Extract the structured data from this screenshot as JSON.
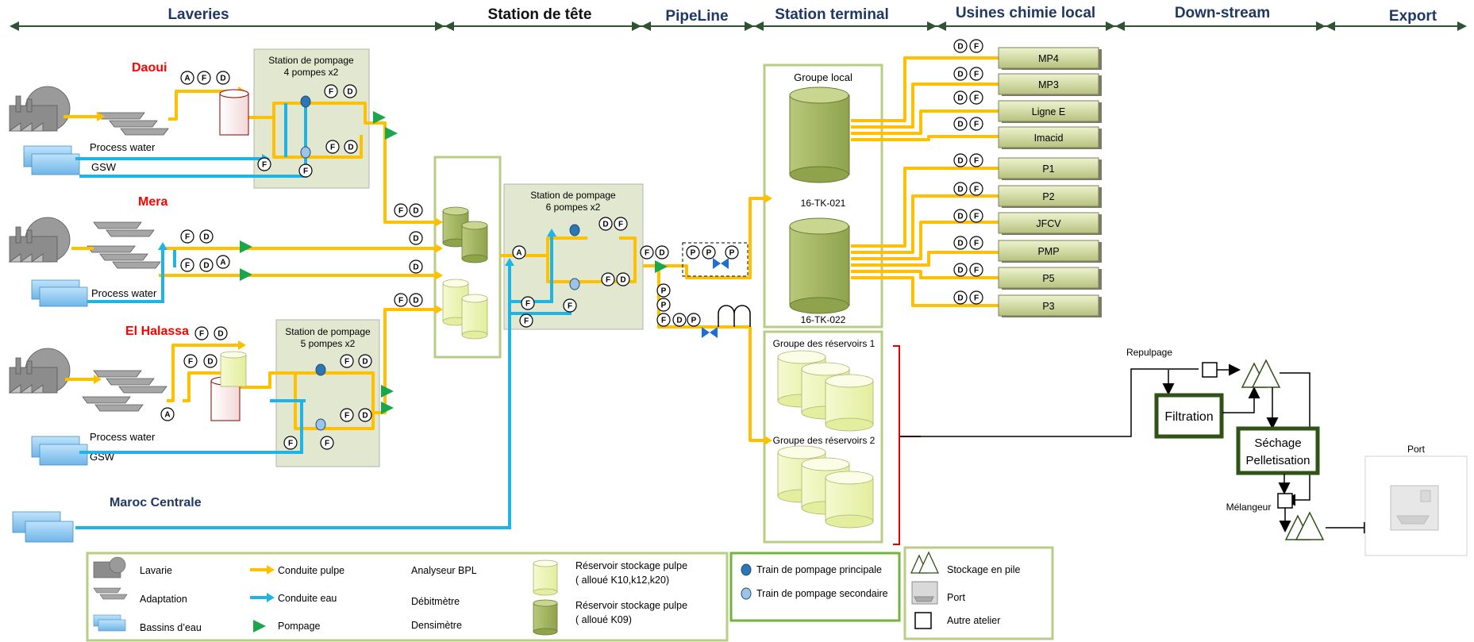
{
  "headers": {
    "laveries": "Laveries",
    "station_tete": "Station de tête",
    "pipeline": "PipeLine",
    "station_terminal": "Station terminal",
    "usines": "Usines chimie local",
    "downstream": "Down-stream",
    "export": "Export"
  },
  "sites": {
    "daoui": "Daoui",
    "mera": "Mera",
    "el_halassa": "El Halassa",
    "maroc_centrale": "Maroc Centrale"
  },
  "labels": {
    "process_water": "Process water",
    "gsw": "GSW"
  },
  "pumping": {
    "daoui_title": "Station de pompage",
    "daoui_sub": "4 pompes x2",
    "center_title": "Station de pompage",
    "center_sub": "6 pompes x2",
    "halassa_title": "Station de pompage",
    "halassa_sub": "5 pompes x2"
  },
  "terminal": {
    "groupe_local": "Groupe local",
    "tank1": "16-TK-021",
    "tank2": "16-TK-022",
    "reservoirs1": "Groupe des réservoirs 1",
    "reservoirs2": "Groupe des réservoirs 2"
  },
  "products": [
    "MP4",
    "MP3",
    "Ligne E",
    "Imacid",
    "P1",
    "P2",
    "JFCV",
    "PMP",
    "P5",
    "P3"
  ],
  "instruments": {
    "D": "D",
    "F": "F",
    "A": "A",
    "P": "P"
  },
  "downstream": {
    "repulpage": "Repulpage",
    "filtration": "Filtration",
    "sechage1": "Séchage",
    "sechage2": "Pelletisation",
    "melangeur": "Mélangeur",
    "port": "Port"
  },
  "legend": {
    "lavarie": "Lavarie",
    "adaptation": "Adaptation",
    "bassins": "Bassins d’eau",
    "conduite_pulpe": "Conduite pulpe",
    "conduite_eau": "Conduite eau",
    "pompage": "Pompage",
    "analyseur": "Analyseur BPL",
    "debitmetre": "Débitmètre",
    "densimetre": "Densimètre",
    "res_pulpe1a": "Réservoir stockage pulpe",
    "res_pulpe1b": "( alloué K10,k12,k20)",
    "res_pulpe2a": "Réservoir stockage pulpe",
    "res_pulpe2b": "( alloué K09)",
    "train_principal": "Train de pompage principale",
    "train_secondaire": "Train de pompage secondaire",
    "stockage_pile": "Stockage en pile",
    "port": "Port",
    "autre_atelier": "Autre atelier"
  },
  "colors": {
    "pulp": "#ffc000",
    "water": "#1fb4e6",
    "pump": "#1aa64a",
    "box": "#e2e8cf",
    "header": "#1f3864",
    "site": "#ff0000"
  }
}
